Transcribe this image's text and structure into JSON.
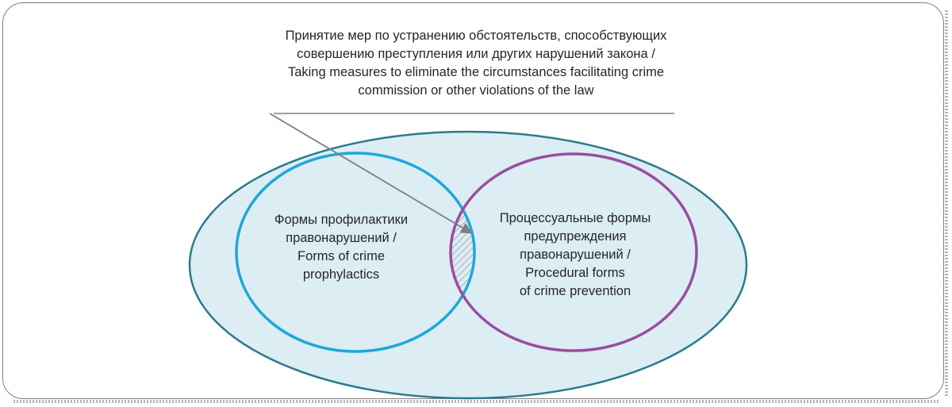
{
  "callout": {
    "lines": [
      "Принятие мер по устранению обстоятельств, способствующих",
      "совершению преступления или других нарушений закона /",
      "Taking measures to eliminate the circumstances facilitating crime",
      "commission or other violations of the law"
    ]
  },
  "left_circle": {
    "lines": [
      "Формы профилактики",
      "правонарушений /",
      "Forms of crime",
      "prophylactics"
    ]
  },
  "right_circle": {
    "lines": [
      "Процессуальные формы",
      "предупреждения",
      "правонарушений /",
      "Procedural forms",
      "of crime prevention"
    ]
  },
  "colors": {
    "outer_fill": "#dcedf4",
    "outer_stroke": "#2b7b8c",
    "left_stroke": "#1fa7d9",
    "right_stroke": "#9a4d9e",
    "arrow": "#7f7f7f",
    "hatch": "#6d6d6d"
  }
}
